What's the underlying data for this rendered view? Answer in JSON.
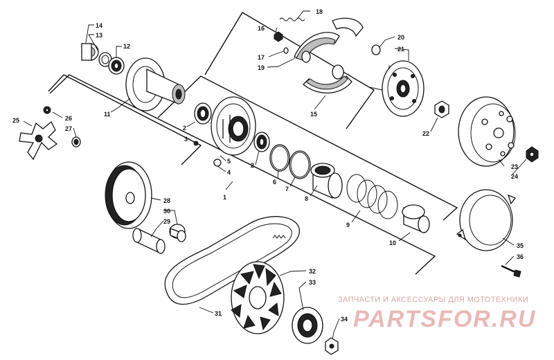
{
  "callouts": {
    "n1": "1",
    "n2a": "2",
    "n2b": "2",
    "n3": "3",
    "n4": "4",
    "n5": "5",
    "n6": "6",
    "n7": "7",
    "n8": "8",
    "n9": "9",
    "n10": "10",
    "n11": "11",
    "n12": "12",
    "n13": "13",
    "n14": "14",
    "n15": "15",
    "n16": "16",
    "n17": "17",
    "n18": "18",
    "n19": "19",
    "n20": "20",
    "n21": "21",
    "n22": "22",
    "n23": "23",
    "n24": "24",
    "n25": "25",
    "n26": "26",
    "n27": "27",
    "n28": "28",
    "n29": "29",
    "n30": "30",
    "n31": "31",
    "n32": "32",
    "n33": "33",
    "n34": "34",
    "n35": "35",
    "n36": "36"
  },
  "watermark": {
    "tagline": "ЗАПЧАСТИ И АКСЕССУАРЫ ДЛЯ МОТОТЕХНИКИ",
    "logo": "PARTSFOR.RU"
  },
  "colors": {
    "line": "#111111",
    "watermark": "#e0a8a8",
    "background": "#ffffff"
  }
}
